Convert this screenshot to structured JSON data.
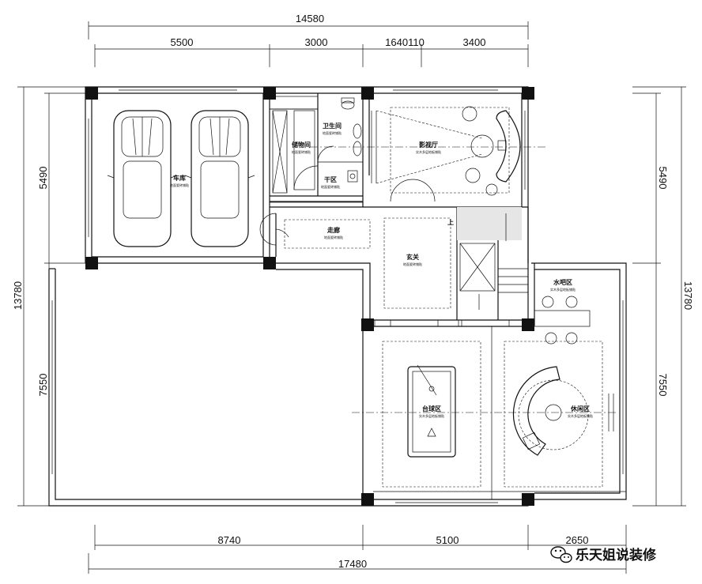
{
  "dimensions": {
    "top_total": "14580",
    "top_segments": [
      "5500",
      "3000",
      "1640110",
      "3400"
    ],
    "bottom_total": "17480",
    "bottom_segments": [
      "8740",
      "5100",
      "2650"
    ],
    "left_upper": "5490",
    "left_total": "13780",
    "left_lower": "7550",
    "right_upper": "5490",
    "right_total": "13780",
    "right_lower": "7550"
  },
  "rooms": {
    "garage": "车库",
    "storage": "储物间",
    "toilet": "卫生间",
    "dry_area": "干区",
    "theater": "影视厅",
    "corridor": "走廊",
    "foyer": "玄关",
    "bar": "水吧区",
    "billiards": "台球区",
    "lounge": "休闲区"
  },
  "notes": {
    "garage": "地面瓷砖铺贴",
    "storage": "地面瓷砖铺贴",
    "toilet": "地面瓷砖铺贴",
    "dry_area": "地面瓷砖铺贴",
    "theater": "实木多层地板铺贴",
    "corridor": "地面瓷砖铺贴",
    "foyer": "地面瓷砖铺贴",
    "bar": "实木多层地板铺贴",
    "billiards": "实木多层地板铺贴",
    "lounge": "实木多层地板铺贴"
  },
  "stair_label": "上",
  "watermark": "乐天姐说装修",
  "icons": [
    "wechat-icon"
  ]
}
